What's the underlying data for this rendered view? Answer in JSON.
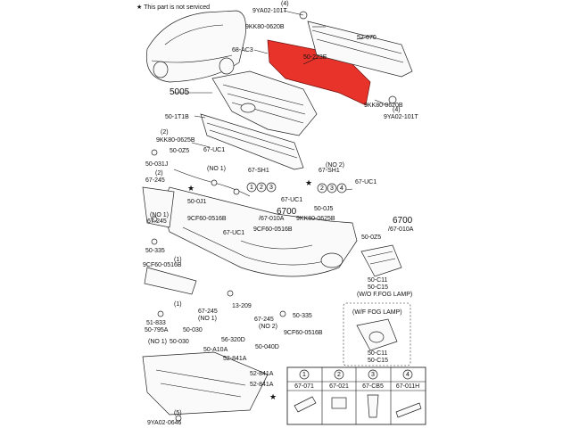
{
  "header_note": "★ This part is not serviced",
  "labels": {
    "l_9ya02_101t_top": "9YA02-101T",
    "l_4_top": "(4)",
    "l_9kk80_0620b_top": "9KK80-0620B",
    "l_52_070": "52-070",
    "l_68_ac3": "68-AC3",
    "l_50_223e": "50-223E",
    "l_5005": "5005",
    "l_9kk80_0620b_r": "9KK80-0620B",
    "l_9ya02_101t_r": "9YA02-101T",
    "l_4_r": "(4)",
    "l_50_1t1b": "50-1T1B",
    "l_2_a": "(2)",
    "l_9kk80_0625b_l": "9KK80-0625B",
    "l_67_uc1_a": "67-UC1",
    "l_50_0z5_a": "50-0Z5",
    "l_50_031j": "50-031J",
    "l_no1_a": "(NO 1)",
    "l_67_sh1_a": "67-SH1",
    "l_2_b": "(2)",
    "l_67_245_a": "67-245",
    "l_50_0j1": "50-0J1",
    "l_67_sh1_b": "67-SH1",
    "l_no2_a": "(NO 2)",
    "l_67_uc1_b": "67-UC1",
    "l_67_uc1_c": "67-UC1",
    "l_6700_a": "6700",
    "l_67_010a_a": "/67-010A",
    "l_50_0j5": "50-0J5",
    "l_9kk80_0625b_r": "9KK80-0625B",
    "l_no1_b": "(NO 1)",
    "l_67_245_b": "67-245",
    "l_9cf60_0516b_a": "9CF60-0516B",
    "l_9cf60_0516b_b": "9CF60-0516B",
    "l_6700_b": "6700",
    "l_67_010a_b": "/67-010A",
    "l_67_uc1_d": "67-UC1",
    "l_50_0z5_b": "50-0Z5",
    "l_50_335_a": "50-335",
    "l_1_a": "(1)",
    "l_9cf60_0516b_c": "9CF60-0516B",
    "l_50_c11_a": "50-C11",
    "l_50_c15_a": "50-C15",
    "l_wo_fog": "(W/O F.FOG LAMP)",
    "l_13_209": "13-209",
    "l_50_335_b": "50-335",
    "l_1_b": "(1)",
    "l_51_833": "51-833",
    "l_no1_c": "(NO 1)",
    "l_67_245_c": "67-245",
    "l_67_245_d": "67-245",
    "l_no2_b": "(NO 2)",
    "l_w_fog": "(W/F FOG LAMP)",
    "l_50_795a": "50-795A",
    "l_50_030_a": "50-030",
    "l_56_320d": "56-320D",
    "l_9cf60_0516b_d": "9CF60-0516B",
    "l_no1_d": "(NO 1)",
    "l_50_030_b": "50-030",
    "l_50_040d": "50-040D",
    "l_50_a10a": "50-A10A",
    "l_52_841a_a": "52-841A",
    "l_52_841a_b": "52-841A",
    "l_52_841a_c": "52-841A",
    "l_50_c11_b": "50-C11",
    "l_50_c15_b": "50-C15",
    "l_5_a": "(5)",
    "l_9ya02_0646": "9YA02-0646"
  },
  "callout_circles": [
    "1",
    "2",
    "3",
    "4"
  ],
  "legend": {
    "headers": [
      "1",
      "2",
      "3",
      "4"
    ],
    "parts": [
      "67-071",
      "67-021",
      "67-CB5",
      "67-011H"
    ]
  },
  "colors": {
    "highlight": "#e8332a",
    "ink": "#111111"
  }
}
